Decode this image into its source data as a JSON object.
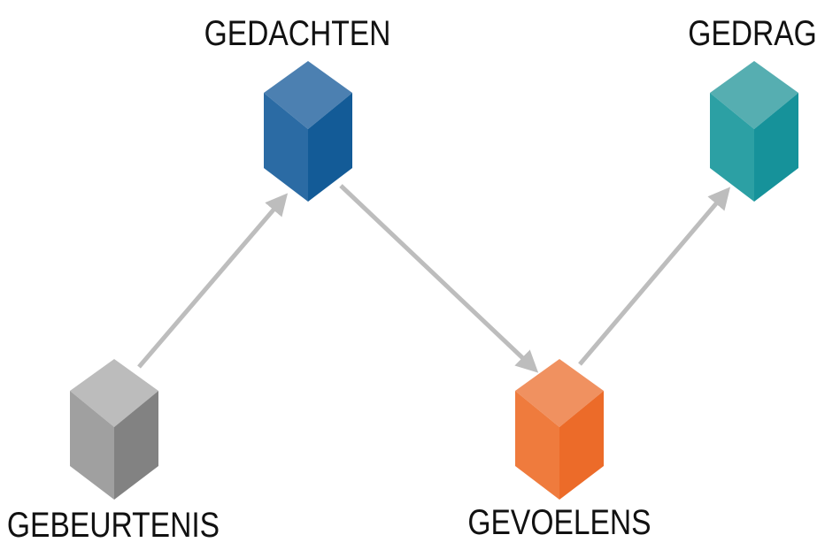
{
  "nodes": [
    {
      "id": "gebeurtenis",
      "label": "GEBEURTENIS",
      "colors": {
        "top": "#bcbcbc",
        "left": "#a0a0a0",
        "right": "#828282"
      }
    },
    {
      "id": "gedachten",
      "label": "GEDACHTEN",
      "colors": {
        "top": "#4c80b1",
        "left": "#2b6ba4",
        "right": "#135b97"
      }
    },
    {
      "id": "gevoelens",
      "label": "GEVOELENS",
      "colors": {
        "top": "#f09160",
        "left": "#ef7b3d",
        "right": "#ec6b29"
      }
    },
    {
      "id": "gedrag",
      "label": "GEDRAG",
      "colors": {
        "top": "#56aeb1",
        "left": "#2ca0a4",
        "right": "#16929a"
      }
    }
  ],
  "edges": [
    {
      "from": "gebeurtenis",
      "to": "gedachten"
    },
    {
      "from": "gedachten",
      "to": "gevoelens"
    },
    {
      "from": "gevoelens",
      "to": "gedrag"
    }
  ],
  "arrow_color": "#bdbdbd"
}
